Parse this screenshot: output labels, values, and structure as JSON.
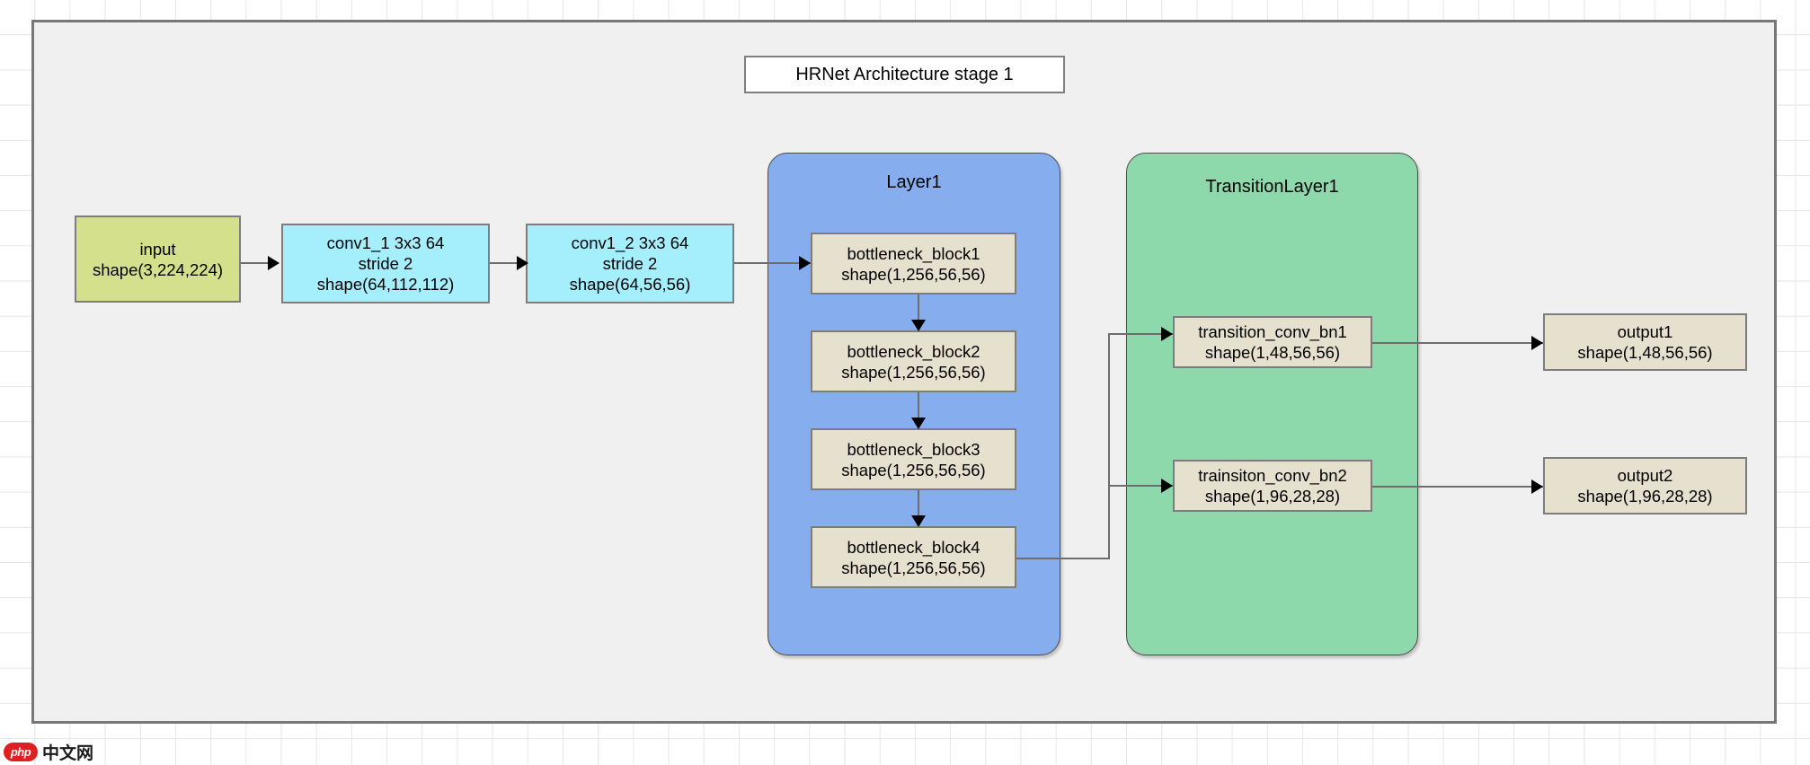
{
  "diagram": {
    "title": "HRNet Architecture stage 1",
    "watermark": {
      "logo": "php",
      "text": "中文网"
    },
    "colors": {
      "canvas_bg": "#f0f0f0",
      "input_node": "#d4e08b",
      "conv_node": "#a5eefc",
      "inner_node": "#e6e0cf",
      "layer1_group": "#86aeef",
      "transition_group": "#8ed9ab",
      "border": "#7d7d7d",
      "connector": "#6d6d6d"
    },
    "nodes": {
      "input": {
        "line1": "input",
        "line2": "shape(3,224,224)"
      },
      "conv1_1": {
        "line1": "conv1_1 3x3 64",
        "line2": "stride 2",
        "line3": "shape(64,112,112)"
      },
      "conv1_2": {
        "line1": "conv1_2 3x3 64",
        "line2": "stride 2",
        "line3": "shape(64,56,56)"
      },
      "bottleneck1": {
        "line1": "bottleneck_block1",
        "line2": "shape(1,256,56,56)"
      },
      "bottleneck2": {
        "line1": "bottleneck_block2",
        "line2": "shape(1,256,56,56)"
      },
      "bottleneck3": {
        "line1": "bottleneck_block3",
        "line2": "shape(1,256,56,56)"
      },
      "bottleneck4": {
        "line1": "bottleneck_block4",
        "line2": "shape(1,256,56,56)"
      },
      "transition1": {
        "line1": "transition_conv_bn1",
        "line2": "shape(1,48,56,56)"
      },
      "transition2": {
        "line1": "trainsiton_conv_bn2",
        "line2": "shape(1,96,28,28)"
      },
      "output1": {
        "line1": "output1",
        "line2": "shape(1,48,56,56)"
      },
      "output2": {
        "line1": "output2",
        "line2": "shape(1,96,28,28)"
      }
    },
    "groups": {
      "layer1": {
        "label": "Layer1"
      },
      "transition_layer1": {
        "label": "TransitionLayer1"
      }
    }
  }
}
